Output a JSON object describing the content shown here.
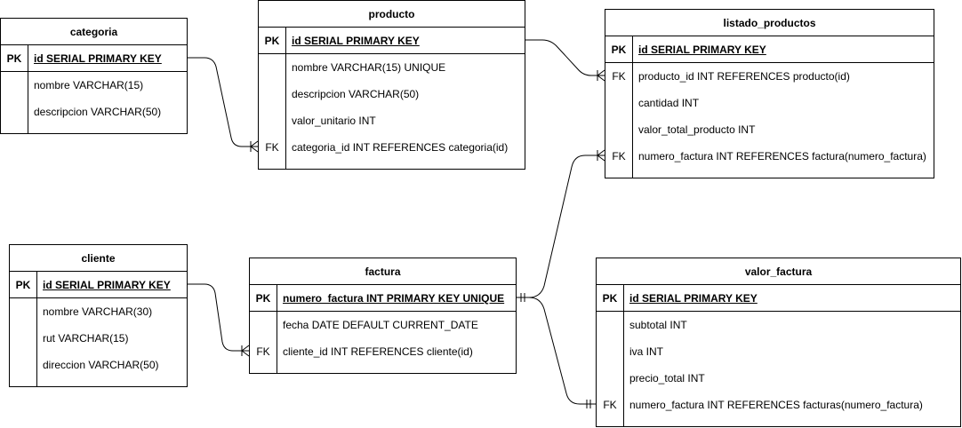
{
  "entities": {
    "categoria": {
      "title": "categoria",
      "pk_key": "PK",
      "pk_field": "id SERIAL PRIMARY KEY",
      "rows": [
        {
          "key": "",
          "field": "nombre VARCHAR(15)"
        },
        {
          "key": "",
          "field": "descripcion VARCHAR(50)"
        }
      ]
    },
    "producto": {
      "title": "producto",
      "pk_key": "PK",
      "pk_field": "id SERIAL PRIMARY KEY",
      "rows": [
        {
          "key": "",
          "field": "nombre VARCHAR(15) UNIQUE"
        },
        {
          "key": "",
          "field": "descripcion VARCHAR(50)"
        },
        {
          "key": "",
          "field": "valor_unitario INT"
        },
        {
          "key": "FK",
          "field": "categoria_id INT REFERENCES categoria(id)"
        }
      ]
    },
    "listado_productos": {
      "title": "listado_productos",
      "pk_key": "PK",
      "pk_field": "id SERIAL PRIMARY KEY",
      "rows": [
        {
          "key": "FK",
          "field": "producto_id INT REFERENCES producto(id)"
        },
        {
          "key": "",
          "field": "cantidad INT"
        },
        {
          "key": "",
          "field": "valor_total_producto INT"
        },
        {
          "key": "FK",
          "field": "numero_factura INT REFERENCES factura(numero_factura)"
        }
      ]
    },
    "cliente": {
      "title": "cliente",
      "pk_key": "PK",
      "pk_field": "id SERIAL PRIMARY KEY",
      "rows": [
        {
          "key": "",
          "field": "nombre VARCHAR(30)"
        },
        {
          "key": "",
          "field": "rut VARCHAR(15)"
        },
        {
          "key": "",
          "field": "direccion VARCHAR(50)"
        }
      ]
    },
    "factura": {
      "title": "factura",
      "pk_key": "PK",
      "pk_field": "numero_factura INT PRIMARY KEY UNIQUE",
      "rows": [
        {
          "key": "",
          "field": "fecha DATE DEFAULT CURRENT_DATE"
        },
        {
          "key": "FK",
          "field": "cliente_id INT REFERENCES cliente(id)"
        }
      ]
    },
    "valor_factura": {
      "title": "valor_factura",
      "pk_key": "PK",
      "pk_field": "id SERIAL PRIMARY KEY",
      "rows": [
        {
          "key": "",
          "field": "subtotal INT"
        },
        {
          "key": "",
          "field": "iva INT"
        },
        {
          "key": "",
          "field": "precio_total INT"
        },
        {
          "key": "FK",
          "field": "numero_factura INT REFERENCES facturas(numero_factura)"
        }
      ]
    }
  }
}
